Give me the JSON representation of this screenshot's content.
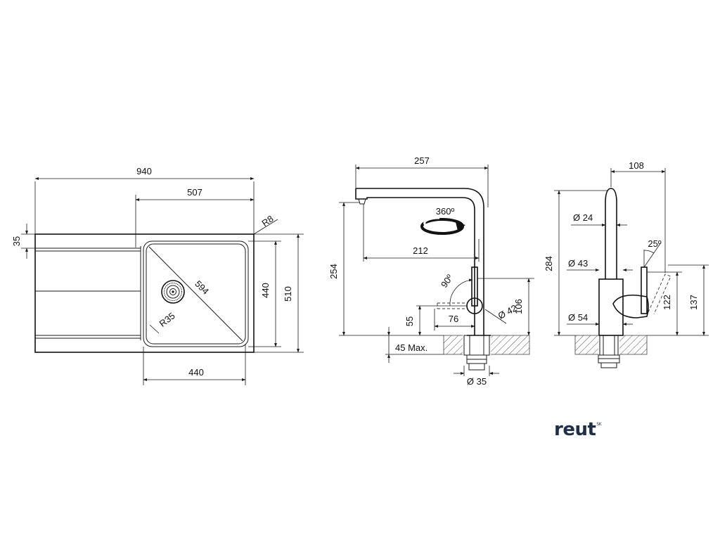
{
  "sink_view": {
    "dimensions": {
      "overall_width": "940",
      "drainer_to_edge": "507",
      "corner_radius": "R8",
      "edge_thickness": "35",
      "bowl_depth": "440",
      "overall_depth": "510",
      "bowl_diagonal": "594",
      "bowl_radius": "R35",
      "bowl_width": "440"
    }
  },
  "faucet_side_view": {
    "dimensions": {
      "total_reach": "257",
      "rotation": "360º",
      "spout_reach": "212",
      "height": "254",
      "lever_angle": "90º",
      "base_diameter": "Ø 42",
      "lever_height": "106",
      "base_height": "55",
      "lever_reach": "76",
      "countertop_max": "45 Max.",
      "hole_diameter": "Ø 35"
    }
  },
  "faucet_front_view": {
    "dimensions": {
      "spout_offset": "108",
      "spout_diameter": "Ø 24",
      "body_diameter": "Ø 43",
      "total_height": "284",
      "lever_tilt": "25º",
      "base_diameter": "Ø 54",
      "lever_height": "122",
      "body_height": "137"
    }
  },
  "logo": {
    "text": "reut",
    "superscript": "SK",
    "color": "#1d2f4a"
  }
}
